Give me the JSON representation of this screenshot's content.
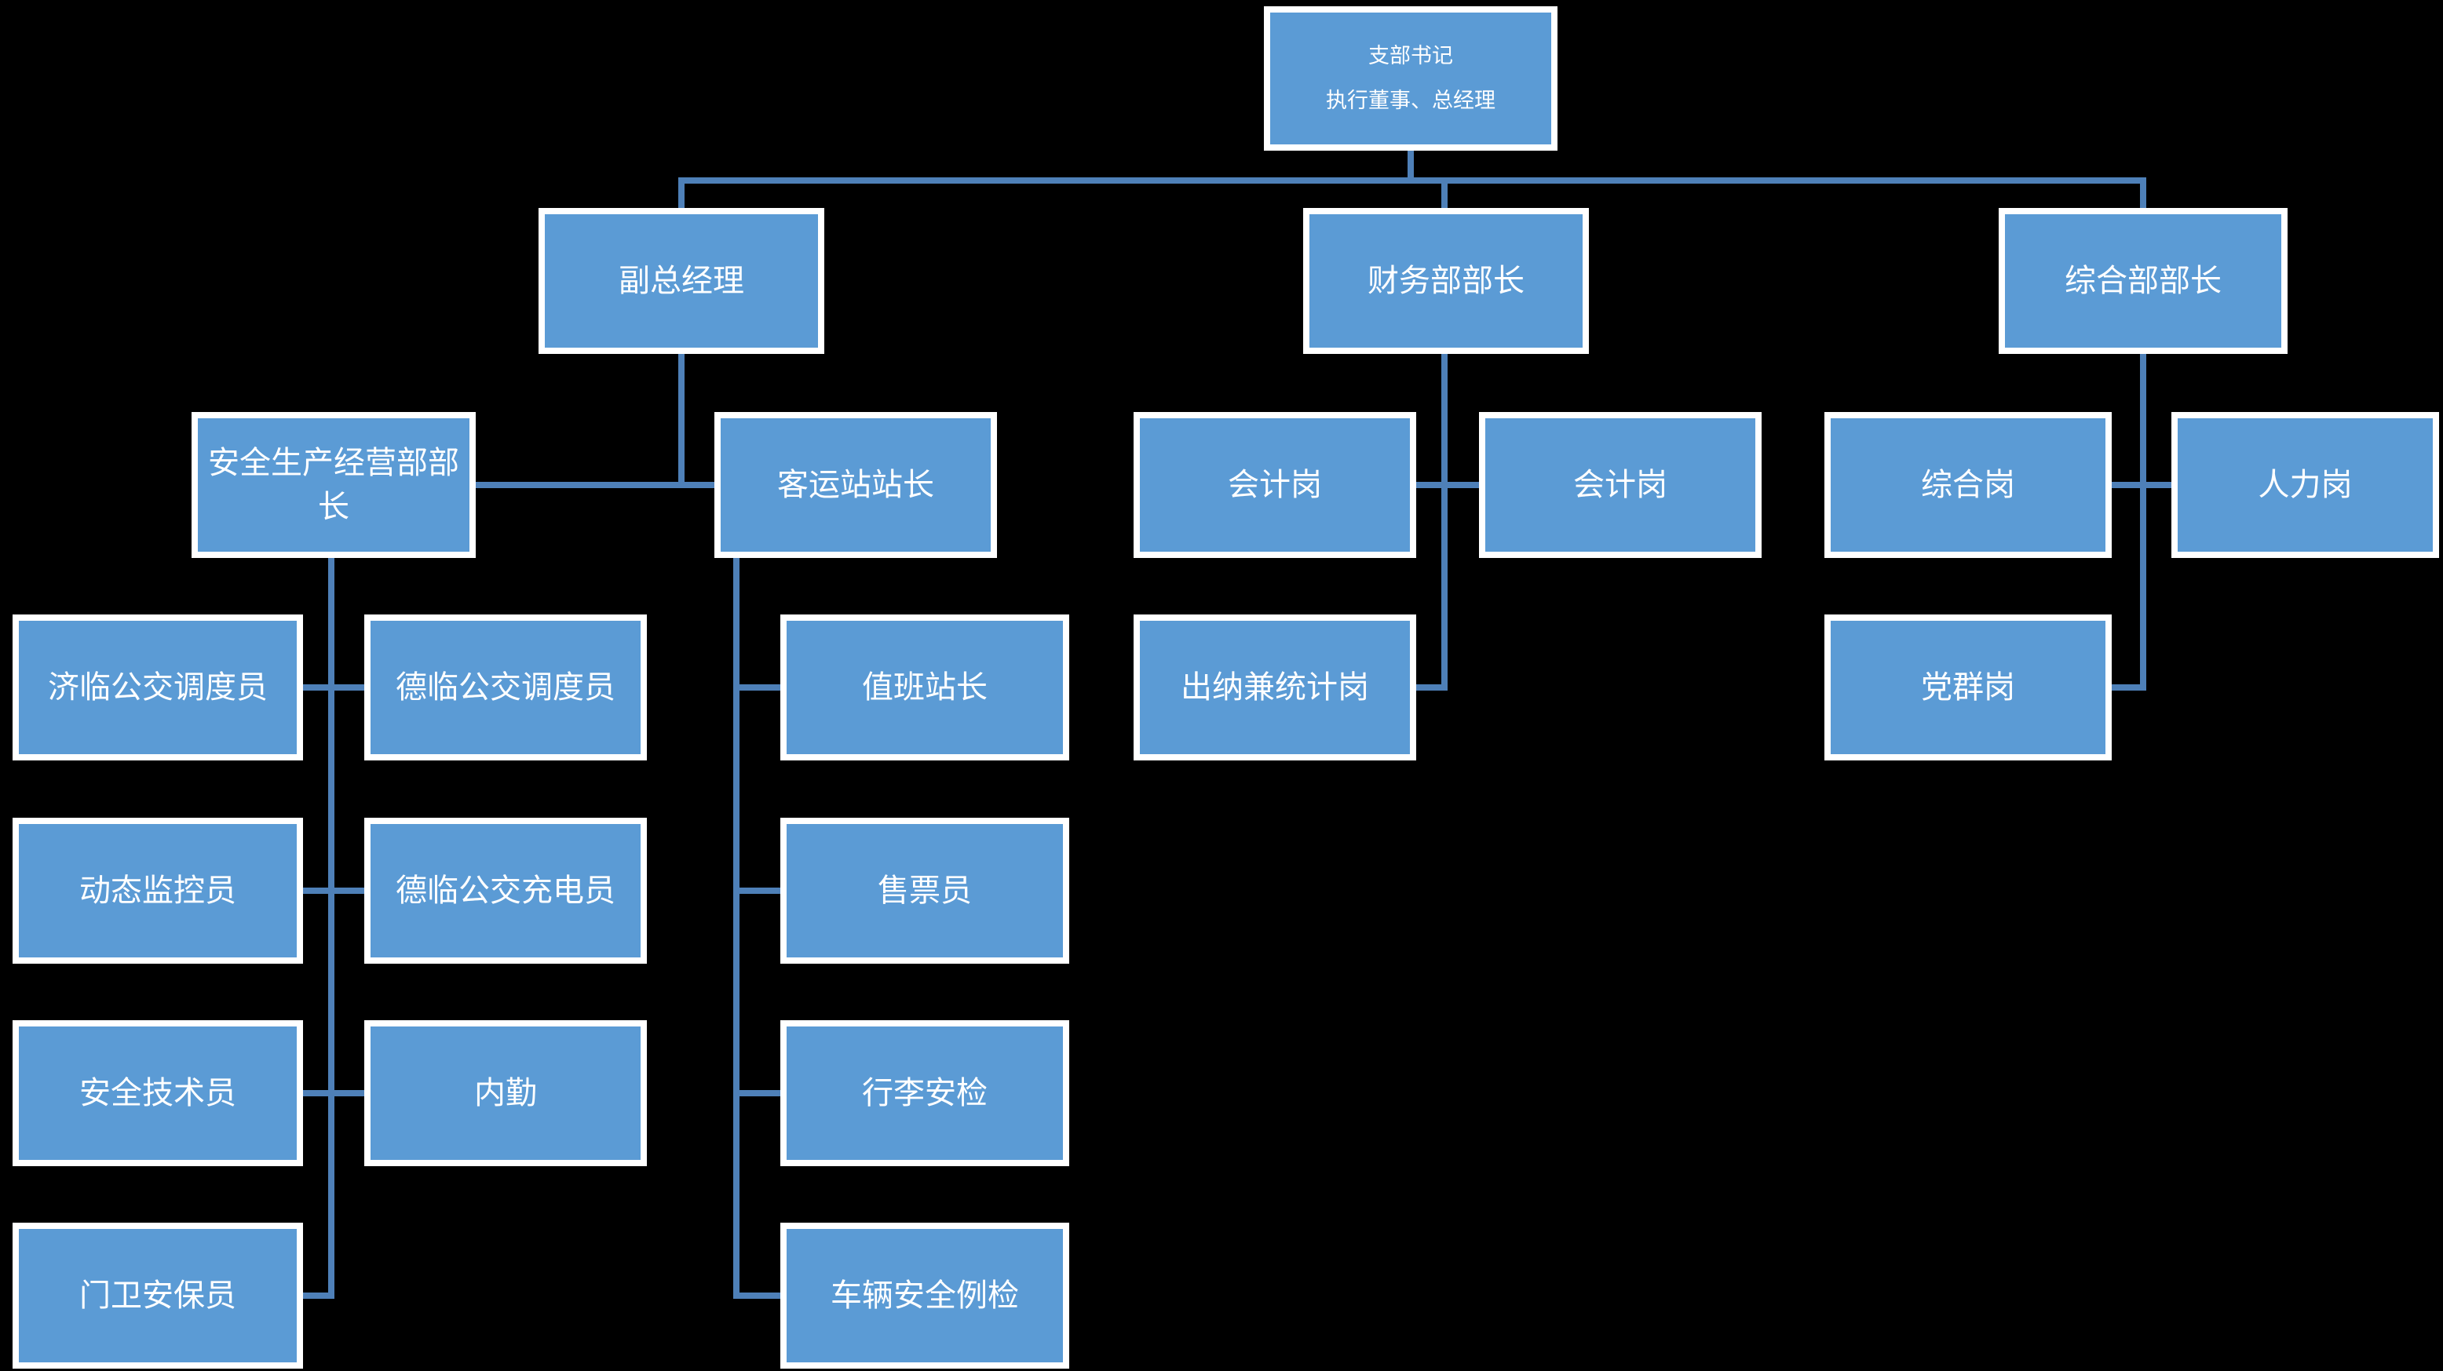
{
  "colors": {
    "background": "#000000",
    "box_fill": "#5b9bd5",
    "box_border": "#ffffff",
    "connector": "#4e80b8",
    "text": "#ffffff"
  },
  "nodes": {
    "root": {
      "line1": "支部书记",
      "line2": "执行董事、总经理"
    },
    "deputy_gm": {
      "label": "副总经理"
    },
    "finance_minister": {
      "label": "财务部部长"
    },
    "general_minister": {
      "label": "综合部部长"
    },
    "safety_production": {
      "label": "安全生产经营部部长"
    },
    "station_master": {
      "label": "客运站站长"
    },
    "accountant_1": {
      "label": "会计岗"
    },
    "accountant_2": {
      "label": "会计岗"
    },
    "general_post": {
      "label": "综合岗"
    },
    "hr_post": {
      "label": "人力岗"
    },
    "jilin_dispatcher": {
      "label": "济临公交调度员"
    },
    "delin_dispatcher": {
      "label": "德临公交调度员"
    },
    "duty_station_master": {
      "label": "值班站长"
    },
    "cashier_statistics": {
      "label": "出纳兼统计岗"
    },
    "party_post": {
      "label": "党群岗"
    },
    "dynamic_monitor": {
      "label": "动态监控员"
    },
    "delin_charger": {
      "label": "德临公交充电员"
    },
    "ticket_seller": {
      "label": "售票员"
    },
    "safety_technician": {
      "label": "安全技术员"
    },
    "internal_affairs": {
      "label": "内勤"
    },
    "luggage_security": {
      "label": "行李安检"
    },
    "gate_guard": {
      "label": "门卫安保员"
    },
    "vehicle_inspection": {
      "label": "车辆安全例检"
    }
  },
  "structure": {
    "root_children": [
      "deputy_gm",
      "finance_minister",
      "general_minister"
    ],
    "deputy_gm_children": [
      "safety_production",
      "station_master"
    ],
    "safety_production_children": [
      "jilin_dispatcher",
      "delin_dispatcher",
      "dynamic_monitor",
      "delin_charger",
      "safety_technician",
      "internal_affairs",
      "gate_guard"
    ],
    "station_master_children": [
      "duty_station_master",
      "ticket_seller",
      "luggage_security",
      "vehicle_inspection"
    ],
    "finance_minister_children": [
      "accountant_1",
      "accountant_2",
      "cashier_statistics"
    ],
    "general_minister_children": [
      "general_post",
      "hr_post",
      "party_post"
    ]
  }
}
